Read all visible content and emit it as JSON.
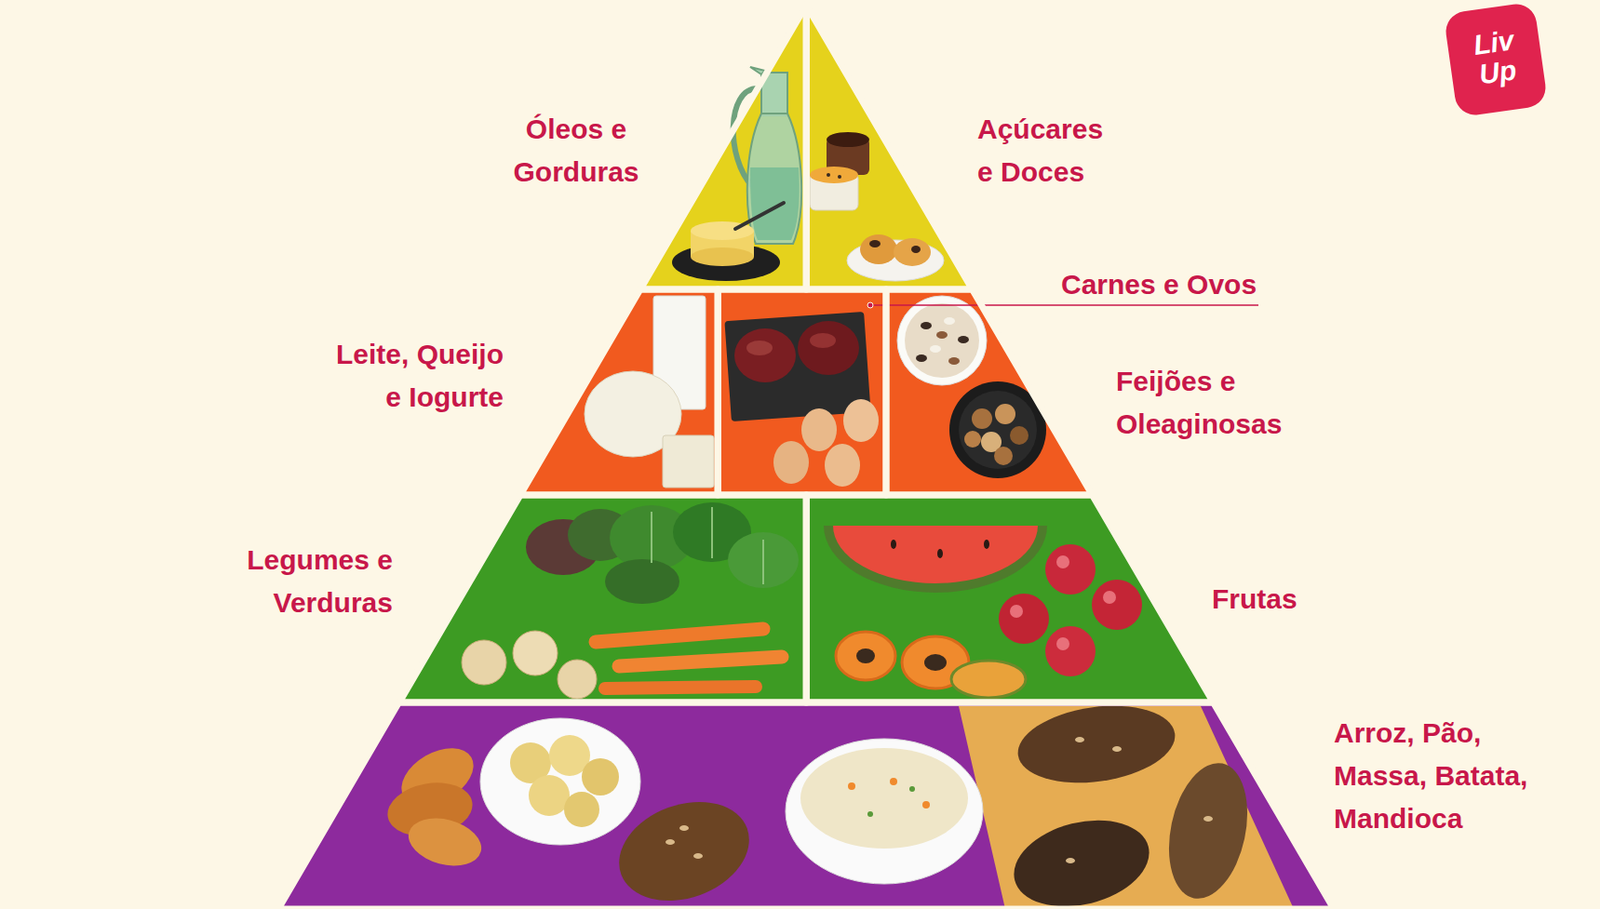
{
  "diagram": {
    "nodes": [
      {
        "text": [
          "Óleos e Gorduras"
        ]
      },
      {
        "text": [
          "Açúcares e Doces"
        ]
      },
      {
        "text": [
          "Leite, Queijo e Iogurte"
        ]
      },
      {
        "text": [
          "Carnes e Ovos"
        ]
      },
      {
        "text": [
          "Feijões e Oleaginosas"
        ]
      },
      {
        "text": [
          "Legumes e Verduras"
        ]
      },
      {
        "text": [
          "Frutas"
        ]
      },
      {
        "text": [
          "Arroz, Pão, Massa, Batata, Mandioca"
        ]
      }
    ],
    "labels": [
      "Liv Up"
    ]
  }
}
